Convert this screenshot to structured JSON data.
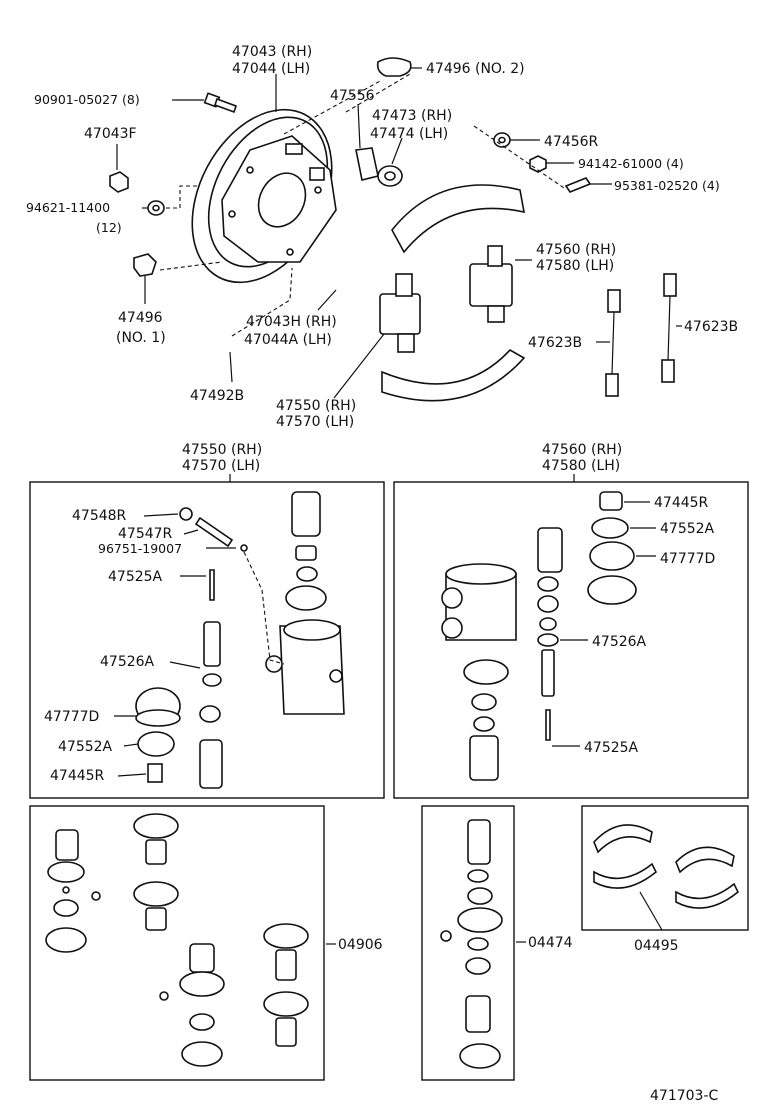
{
  "diagram": {
    "code": "471703-C",
    "labels": {
      "backing_plate": [
        "47043 (RH)",
        "47044 (LH)"
      ],
      "bolt": "90901-05027 (8)",
      "nut_f": "47043F",
      "washer": [
        "94621-11400",
        "(12)"
      ],
      "bracket_no1": [
        "47496",
        "(NO. 1)"
      ],
      "bracket_no2": "47496  (NO. 2)",
      "clip": "47556",
      "adjuster": [
        "47473 (RH)",
        "47474 (LH)"
      ],
      "spring_seat": "47456R",
      "nut_r": "94142-61000 (4)",
      "screw": "95381-02520 (4)",
      "bolt_h": [
        "47043H (RH)",
        "47044A (LH)"
      ],
      "gasket": "47492B",
      "wheel_cyl_a": [
        "47550 (RH)",
        "47570 (LH)"
      ],
      "wheel_cyl_b": [
        "47560 (RH)",
        "47580 (LH)"
      ],
      "spring_b1": "47623B",
      "spring_b2": "47623B"
    },
    "box_left": {
      "title": [
        "47550 (RH)",
        "47570 (LH)"
      ],
      "bleeder_cap": "47548R",
      "bleeder": "47547R",
      "ball": "96751-19007",
      "spring": "47525A",
      "piston": "47526A",
      "boot": "47777D",
      "cup": "47552A",
      "end_plug": "47445R"
    },
    "box_right": {
      "title": [
        "47560 (RH)",
        "47580 (LH)"
      ],
      "end_plug": "47445R",
      "cup": "47552A",
      "boot": "47777D",
      "piston": "47526A",
      "spring": "47525A"
    },
    "kits": {
      "kit_a": "04906",
      "kit_b": "04474",
      "kit_c": "04495"
    }
  }
}
